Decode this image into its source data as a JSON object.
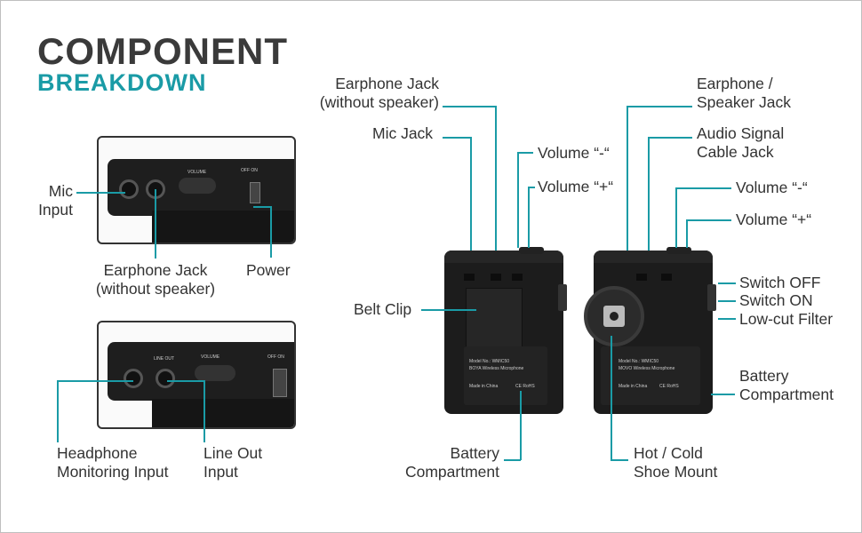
{
  "title": {
    "line1": "COMPONENT",
    "line2": "BREAKDOWN"
  },
  "inset_top": {
    "mic_input": [
      "Mic",
      "Input"
    ],
    "earphone_jack": [
      "Earphone Jack",
      "(without speaker)"
    ],
    "power": "Power",
    "volume_text": "VOLUME",
    "offon_text": "OFF ON"
  },
  "inset_bottom": {
    "headphone_input": [
      "Headphone",
      "Monitoring Input"
    ],
    "line_out_input": [
      "Line Out",
      "Input"
    ],
    "line_out_text": "LINE OUT",
    "volume_text": "VOLUME",
    "offon_text": "OFF ON"
  },
  "transmitter": {
    "earphone_jack": [
      "Earphone Jack",
      "(without speaker)"
    ],
    "mic_jack": "Mic Jack",
    "volume_minus": "Volume “-“",
    "volume_plus": "Volume “+“",
    "belt_clip": "Belt Clip",
    "battery": [
      "Battery",
      "Compartment"
    ],
    "sticker": {
      "model": "Model No.: WMIC50",
      "name": "BOYA Wireless Microphone",
      "made": "Made in China",
      "marks": "CE RoHS"
    }
  },
  "receiver": {
    "earphone_speaker_jack": [
      "Earphone /",
      "Speaker Jack"
    ],
    "audio_signal_jack": [
      "Audio Signal",
      "Cable Jack"
    ],
    "volume_minus": "Volume “-“",
    "volume_plus": "Volume “+“",
    "switch_off": "Switch OFF",
    "switch_on": "Switch ON",
    "low_cut": "Low-cut Filter",
    "battery": [
      "Battery",
      "Compartment"
    ],
    "shoe_mount": [
      "Hot / Cold",
      "Shoe Mount"
    ],
    "sticker": {
      "model": "Model No.: WMIC50",
      "name": "MOVO Wireless Microphone",
      "made": "Made in China",
      "marks": "CE RoHS"
    }
  },
  "colors": {
    "accent": "#1a9ba6",
    "title": "#3a3a3a",
    "text": "#333333",
    "device": "#1c1c1c"
  }
}
